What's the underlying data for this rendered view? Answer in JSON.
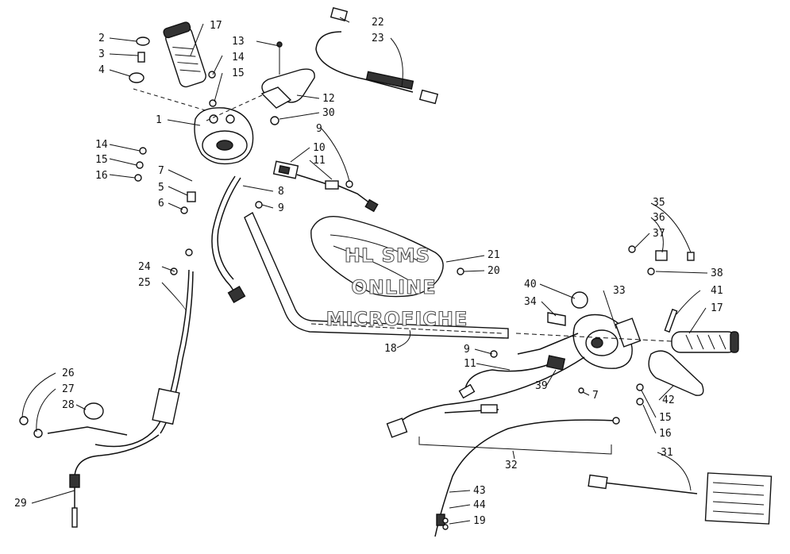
{
  "watermark": [
    "HL SMS",
    "ONLINE",
    "MICROFICHE"
  ],
  "callouts": [
    {
      "id": "c-17a",
      "text": "17"
    },
    {
      "id": "c-2",
      "text": "2"
    },
    {
      "id": "c-13",
      "text": "13"
    },
    {
      "id": "c-3",
      "text": "3"
    },
    {
      "id": "c-14a",
      "text": "14"
    },
    {
      "id": "c-4",
      "text": "4"
    },
    {
      "id": "c-15a",
      "text": "15"
    },
    {
      "id": "c-22",
      "text": "22"
    },
    {
      "id": "c-23",
      "text": "23"
    },
    {
      "id": "c-12",
      "text": "12"
    },
    {
      "id": "c-1",
      "text": "1"
    },
    {
      "id": "c-30",
      "text": "30"
    },
    {
      "id": "c-9a",
      "text": "9"
    },
    {
      "id": "c-14b",
      "text": "14"
    },
    {
      "id": "c-10",
      "text": "10"
    },
    {
      "id": "c-15b",
      "text": "15"
    },
    {
      "id": "c-11a",
      "text": "11"
    },
    {
      "id": "c-16a",
      "text": "16"
    },
    {
      "id": "c-7a",
      "text": "7"
    },
    {
      "id": "c-5",
      "text": "5"
    },
    {
      "id": "c-8",
      "text": "8"
    },
    {
      "id": "c-6",
      "text": "6"
    },
    {
      "id": "c-9b",
      "text": "9"
    },
    {
      "id": "c-35",
      "text": "35"
    },
    {
      "id": "c-36",
      "text": "36"
    },
    {
      "id": "c-37",
      "text": "37"
    },
    {
      "id": "c-21",
      "text": "21"
    },
    {
      "id": "c-24",
      "text": "24"
    },
    {
      "id": "c-20",
      "text": "20"
    },
    {
      "id": "c-25",
      "text": "25"
    },
    {
      "id": "c-38",
      "text": "38"
    },
    {
      "id": "c-40",
      "text": "40"
    },
    {
      "id": "c-33",
      "text": "33"
    },
    {
      "id": "c-41",
      "text": "41"
    },
    {
      "id": "c-34",
      "text": "34"
    },
    {
      "id": "c-17b",
      "text": "17"
    },
    {
      "id": "c-18",
      "text": "18"
    },
    {
      "id": "c-9c",
      "text": "9"
    },
    {
      "id": "c-11b",
      "text": "11"
    },
    {
      "id": "c-26",
      "text": "26"
    },
    {
      "id": "c-39",
      "text": "39"
    },
    {
      "id": "c-27",
      "text": "27"
    },
    {
      "id": "c-7b",
      "text": "7"
    },
    {
      "id": "c-42",
      "text": "42"
    },
    {
      "id": "c-28",
      "text": "28"
    },
    {
      "id": "c-15c",
      "text": "15"
    },
    {
      "id": "c-16b",
      "text": "16"
    },
    {
      "id": "c-32",
      "text": "32"
    },
    {
      "id": "c-31",
      "text": "31"
    },
    {
      "id": "c-29",
      "text": "29"
    },
    {
      "id": "c-43",
      "text": "43"
    },
    {
      "id": "c-44",
      "text": "44"
    },
    {
      "id": "c-19",
      "text": "19"
    }
  ]
}
